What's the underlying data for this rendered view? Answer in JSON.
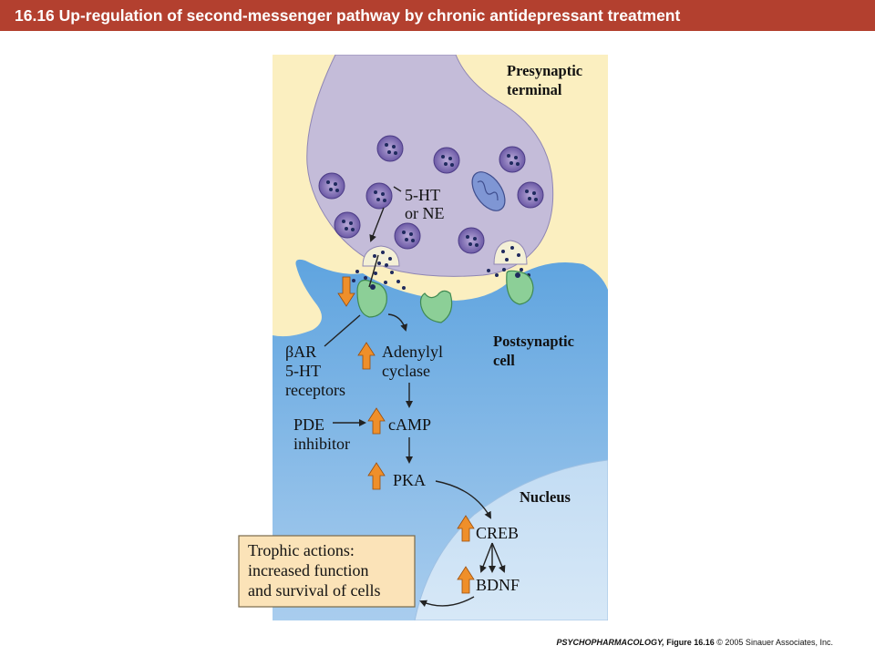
{
  "title": "16.16  Up-regulation of second-messenger pathway by chronic antidepressant treatment",
  "labels": {
    "presynaptic": [
      "Presynaptic",
      "terminal"
    ],
    "postsynaptic": [
      "Postsynaptic",
      "cell"
    ],
    "nucleus": "Nucleus",
    "neurotransmitter": [
      "5-HT",
      "or NE"
    ],
    "receptors": [
      "βAR",
      "5-HT",
      "receptors"
    ],
    "adenylyl_cyclase": [
      "Adenylyl",
      "cyclase"
    ],
    "pde_inhibitor": [
      "PDE",
      "inhibitor"
    ],
    "camp": "cAMP",
    "pka": "PKA",
    "creb": "CREB",
    "bdnf": "BDNF"
  },
  "trophic_box": [
    "Trophic actions:",
    "increased function",
    "and survival of cells"
  ],
  "credit": {
    "book": "PSYCHOPHARMACOLOGY,",
    "figure": "Figure 16.16",
    "copyright": "© 2005 Sinauer Associates, Inc."
  },
  "colors": {
    "title_bar": "#b3402f",
    "presynaptic_fill": "#c4bcd9",
    "background_cream": "#fbefc0",
    "postsynaptic_fill": "#7db6e6",
    "nucleus_fill": "#cfe2f5",
    "receptor_green": "#8ccf97",
    "up_arrow_orange": "#ef8f2a",
    "trophic_box_fill": "#fbe3b8"
  }
}
